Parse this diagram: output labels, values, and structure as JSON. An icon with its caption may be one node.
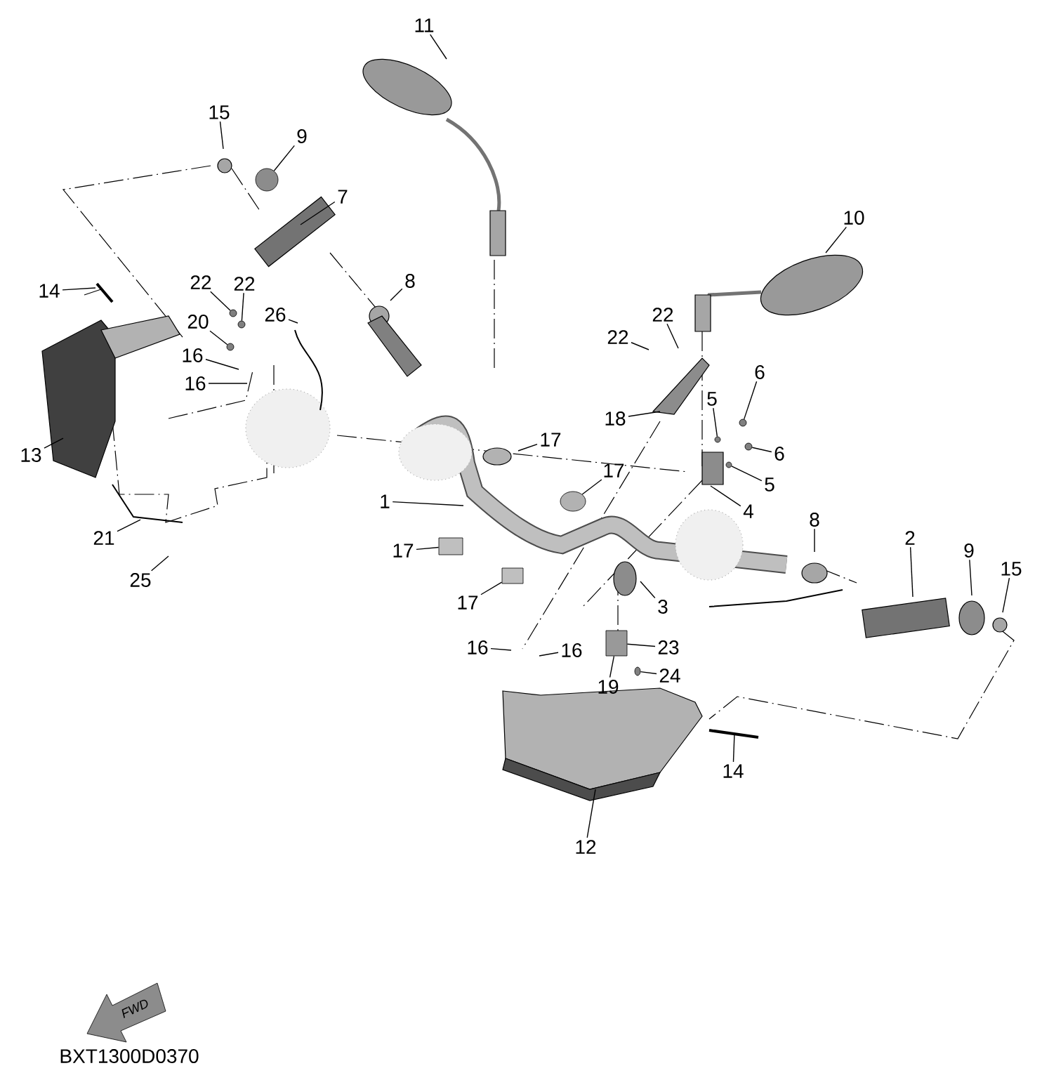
{
  "diagram": {
    "nodes": [
      {
        "text": [
          "11"
        ]
      },
      {
        "text": [
          "15"
        ]
      },
      {
        "text": [
          "9"
        ]
      },
      {
        "text": [
          "7"
        ]
      },
      {
        "text": [
          "22"
        ]
      },
      {
        "text": [
          "22"
        ]
      },
      {
        "text": [
          "14"
        ]
      },
      {
        "text": [
          "20"
        ]
      },
      {
        "text": [
          "26"
        ]
      },
      {
        "text": [
          "8"
        ]
      },
      {
        "text": [
          "16"
        ]
      },
      {
        "text": [
          "16"
        ]
      },
      {
        "text": [
          "10"
        ]
      },
      {
        "text": [
          "22"
        ]
      },
      {
        "text": [
          "22"
        ]
      },
      {
        "text": [
          "13"
        ]
      },
      {
        "text": [
          "18"
        ]
      },
      {
        "text": [
          "5"
        ]
      },
      {
        "text": [
          "6"
        ]
      },
      {
        "text": [
          "17"
        ]
      },
      {
        "text": [
          "6"
        ]
      },
      {
        "text": [
          "5"
        ]
      },
      {
        "text": [
          "17"
        ]
      },
      {
        "text": [
          "4"
        ]
      },
      {
        "text": [
          "1"
        ]
      },
      {
        "text": [
          "8"
        ]
      },
      {
        "text": [
          "2"
        ]
      },
      {
        "text": [
          "9"
        ]
      },
      {
        "text": [
          "15"
        ]
      },
      {
        "text": [
          "17"
        ]
      },
      {
        "text": [
          "21"
        ]
      },
      {
        "text": [
          "17"
        ]
      },
      {
        "text": [
          "3"
        ]
      },
      {
        "text": [
          "25"
        ]
      },
      {
        "text": [
          "16"
        ]
      },
      {
        "text": [
          "16"
        ]
      },
      {
        "text": [
          "23"
        ]
      },
      {
        "text": [
          "19"
        ]
      },
      {
        "text": [
          "24"
        ]
      },
      {
        "text": [
          "14"
        ]
      },
      {
        "text": [
          "12"
        ]
      },
      {
        "text": [],
        "shape": "circle"
      },
      {
        "text": [],
        "shape": "circle"
      },
      {
        "text": [],
        "shape": "box"
      },
      {
        "text": [],
        "shape": "box"
      },
      {
        "text": [],
        "shape": "circle"
      },
      {
        "text": [],
        "shape": "circle"
      },
      {
        "text": [],
        "shape": "circle"
      },
      {
        "text": [],
        "shape": "circle"
      },
      {
        "text": [],
        "shape": "circle"
      },
      {
        "text": [],
        "shape": "circle"
      },
      {
        "text": [],
        "shape": "circle"
      },
      {
        "text": [],
        "shape": "box"
      },
      {
        "text": [],
        "shape": "circle"
      }
    ],
    "edges": [
      {
        "from": 0,
        "to": null,
        "arrow": "none"
      },
      {
        "from": 1,
        "to": null,
        "arrow": "none"
      },
      {
        "from": 2,
        "to": 41,
        "arrow": "none"
      },
      {
        "from": 3,
        "to": null,
        "arrow": "none"
      },
      {
        "from": 4,
        "to": 45,
        "arrow": "none"
      },
      {
        "from": 5,
        "to": 48,
        "arrow": "none"
      },
      {
        "from": 6,
        "to": null,
        "arrow": "none"
      },
      {
        "from": 7,
        "to": 46,
        "arrow": "none"
      },
      {
        "from": 8,
        "to": null,
        "arrow": "none"
      },
      {
        "from": 9,
        "to": null,
        "arrow": "none"
      },
      {
        "from": 10,
        "to": null,
        "arrow": "none"
      },
      {
        "from": 11,
        "to": null,
        "arrow": "none"
      },
      {
        "from": 12,
        "to": null,
        "arrow": "none"
      },
      {
        "from": 13,
        "to": null,
        "arrow": "none"
      },
      {
        "from": 14,
        "to": null,
        "arrow": "none"
      },
      {
        "from": 15,
        "to": null,
        "arrow": "none"
      },
      {
        "from": 16,
        "to": null,
        "arrow": "none"
      },
      {
        "from": 17,
        "to": 50,
        "arrow": "none"
      },
      {
        "from": 18,
        "to": 47,
        "arrow": "none"
      },
      {
        "from": 19,
        "to": null,
        "arrow": "none"
      },
      {
        "from": 20,
        "to": 49,
        "arrow": "none"
      },
      {
        "from": 21,
        "to": 51,
        "arrow": "none"
      },
      {
        "from": 22,
        "to": 42,
        "arrow": "none"
      },
      {
        "from": 23,
        "to": null,
        "arrow": "none"
      },
      {
        "from": 24,
        "to": null,
        "arrow": "none"
      },
      {
        "from": 25,
        "to": null,
        "arrow": "none"
      },
      {
        "from": 26,
        "to": null,
        "arrow": "none"
      },
      {
        "from": 27,
        "to": null,
        "arrow": "none"
      },
      {
        "from": 28,
        "to": null,
        "arrow": "none"
      },
      {
        "from": 29,
        "to": 43,
        "arrow": "none"
      },
      {
        "from": 30,
        "to": null,
        "arrow": "none"
      },
      {
        "from": 31,
        "to": 44,
        "arrow": "none"
      },
      {
        "from": 32,
        "to": null,
        "arrow": "none"
      },
      {
        "from": 33,
        "to": null,
        "arrow": "none"
      },
      {
        "from": 34,
        "to": null,
        "arrow": "none"
      },
      {
        "from": 35,
        "to": null,
        "arrow": "none"
      },
      {
        "from": 36,
        "to": 52,
        "arrow": "none"
      },
      {
        "from": 37,
        "to": 52,
        "arrow": "none"
      },
      {
        "from": 38,
        "to": 53,
        "arrow": "none"
      },
      {
        "from": 39,
        "to": null,
        "arrow": "none"
      },
      {
        "from": 40,
        "to": null,
        "arrow": "none"
      }
    ],
    "labels": [
      "FWD",
      "BXT1300D0370"
    ]
  }
}
